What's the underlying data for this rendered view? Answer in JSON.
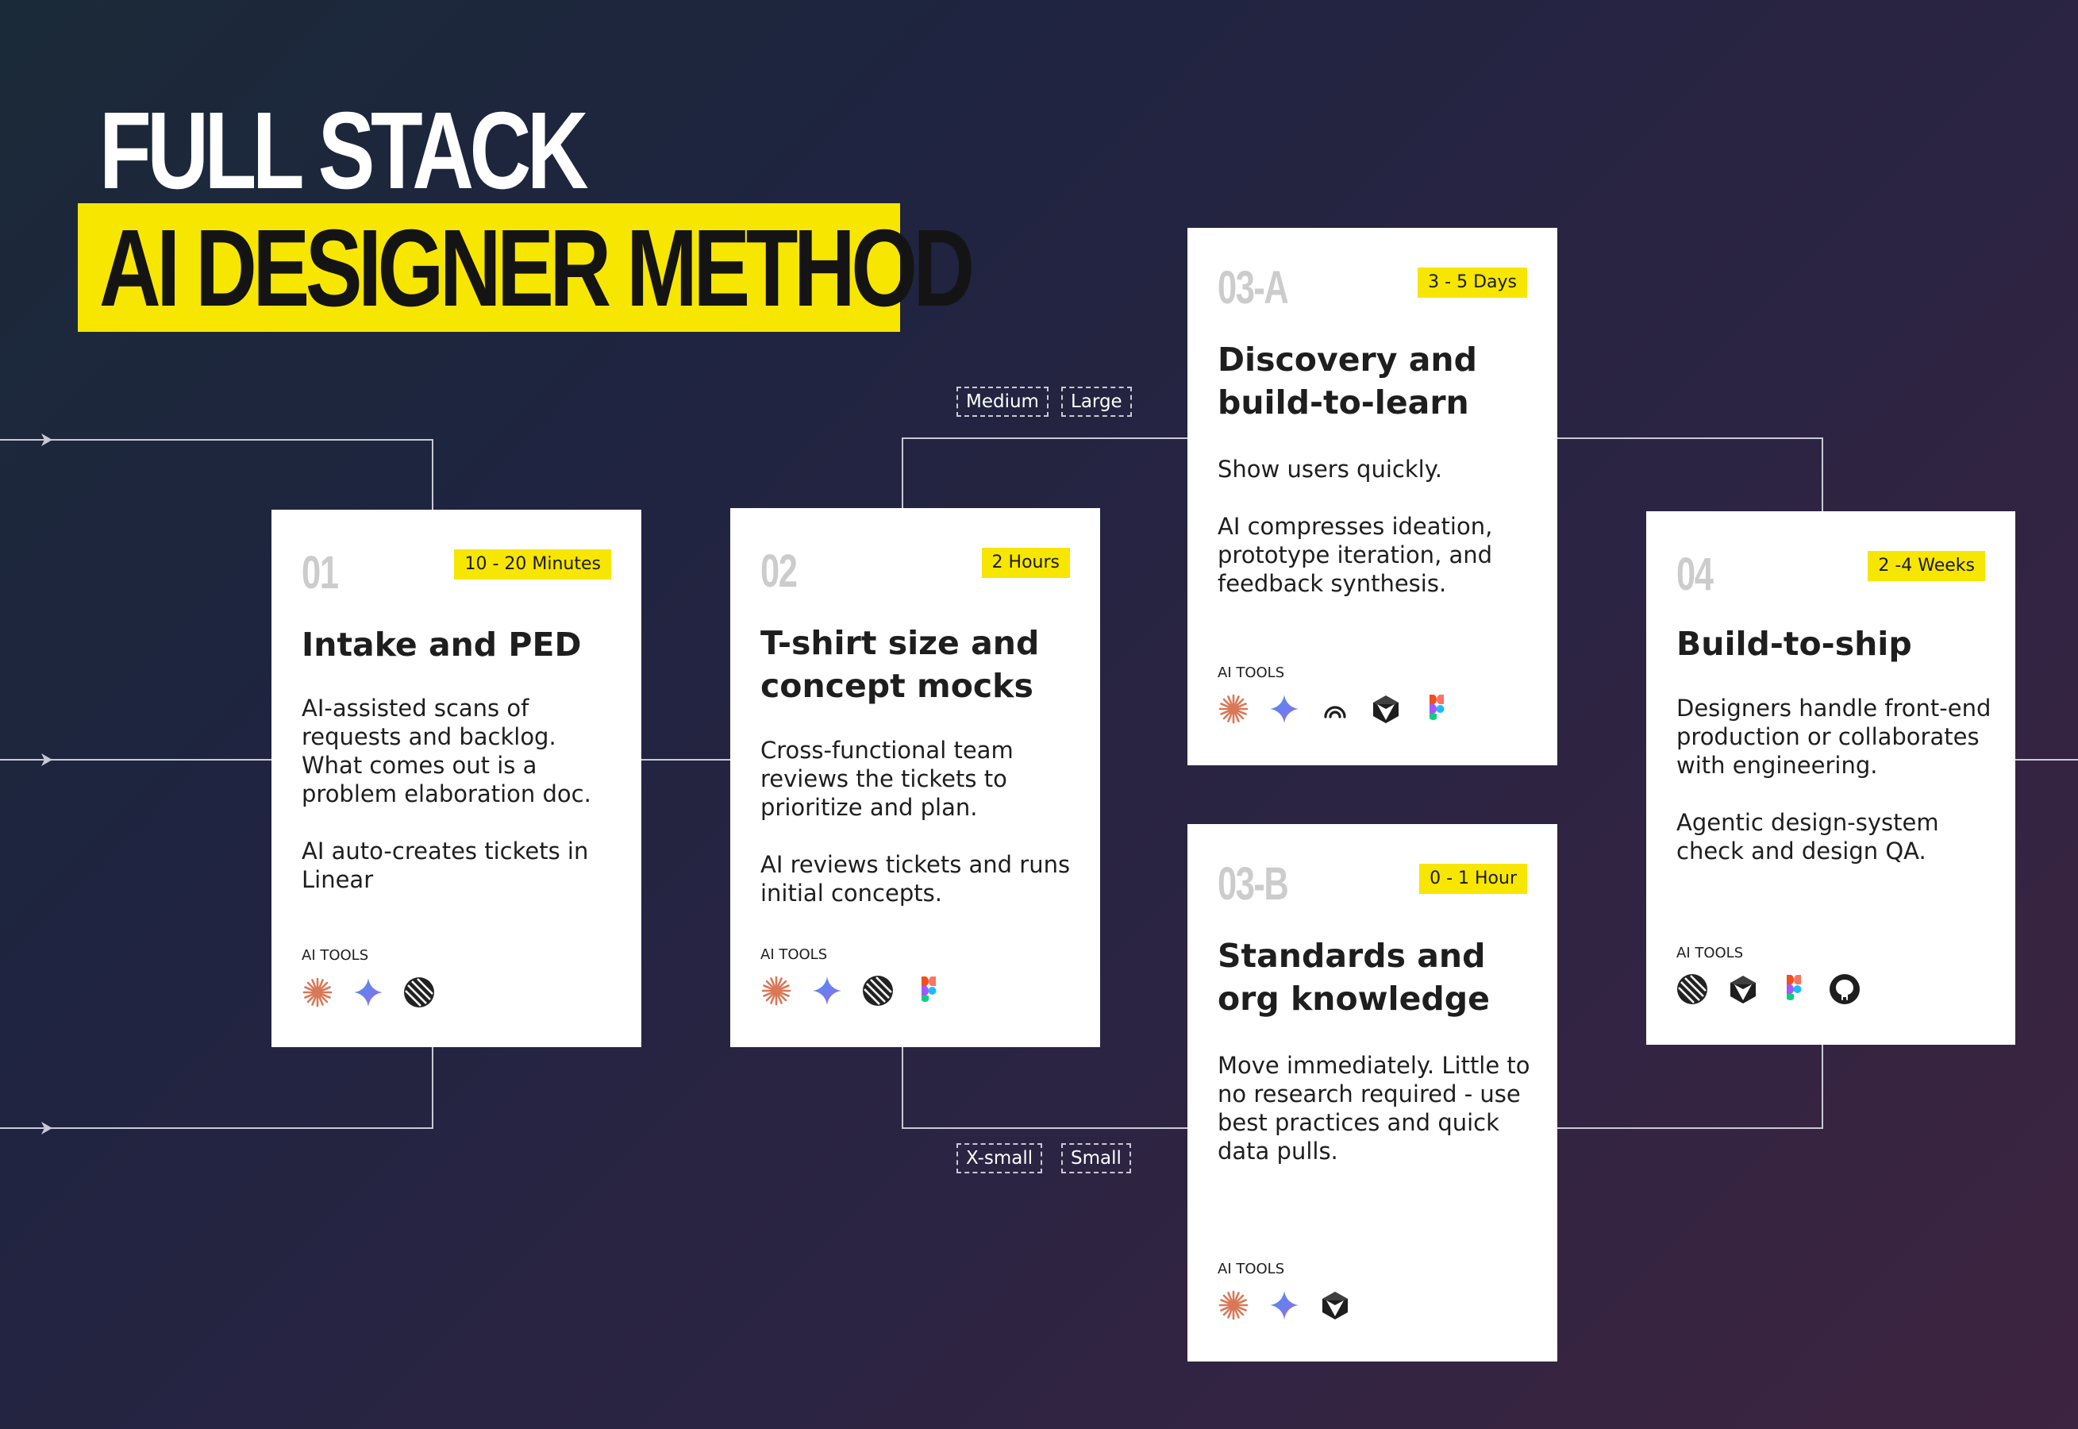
{
  "title": {
    "line1": "FULL STACK",
    "line2": "AI DESIGNER METHOD"
  },
  "size_tags": {
    "top": [
      "Medium",
      "Large"
    ],
    "bottom": [
      "X-small",
      "Small"
    ]
  },
  "tools_label": "AI TOOLS",
  "cards": {
    "c01": {
      "number": "01",
      "duration": "10 - 20 Minutes",
      "title": "Intake and PED",
      "desc1": "AI-assisted scans of requests and backlog. What comes out is a problem elaboration doc.",
      "desc2": "AI auto-creates tickets in Linear",
      "tools": [
        "claude-icon",
        "gemini-icon",
        "linear-icon"
      ]
    },
    "c02": {
      "number": "02",
      "duration": "2 Hours",
      "title": "T-shirt size and concept mocks",
      "desc1": "Cross-functional team reviews the tickets to prioritize and plan.",
      "desc2": "AI reviews tickets and runs initial concepts.",
      "tools": [
        "claude-icon",
        "gemini-icon",
        "linear-icon",
        "figma-icon"
      ]
    },
    "c03a": {
      "number": "03-A",
      "duration": "3 - 5 Days",
      "title": "Discovery and build-to-learn",
      "desc1": "Show users quickly.",
      "desc2": "AI compresses ideation, prototype iteration, and feedback synthesis.",
      "tools": [
        "claude-icon",
        "gemini-icon",
        "lovable-icon",
        "cursor-icon",
        "figma-icon"
      ]
    },
    "c03b": {
      "number": "03-B",
      "duration": "0 - 1 Hour",
      "title": "Standards and org knowledge",
      "desc1": "Move immediately. Little to no research required - use best practices and quick data pulls.",
      "tools": [
        "claude-icon",
        "gemini-icon",
        "cursor-icon"
      ]
    },
    "c04": {
      "number": "04",
      "duration": "2 -4 Weeks",
      "title": "Build-to-ship",
      "desc1": "Designers handle front-end production or collaborates with engineering.",
      "desc2": "Agentic design-system check and design QA.",
      "tools": [
        "linear-icon",
        "cursor-icon",
        "figma-icon",
        "github-icon"
      ]
    }
  },
  "colors": {
    "accent_yellow": "#f7e600",
    "card_bg": "#ffffff",
    "connector": "#c9c9d6",
    "claude": "#d97757"
  }
}
